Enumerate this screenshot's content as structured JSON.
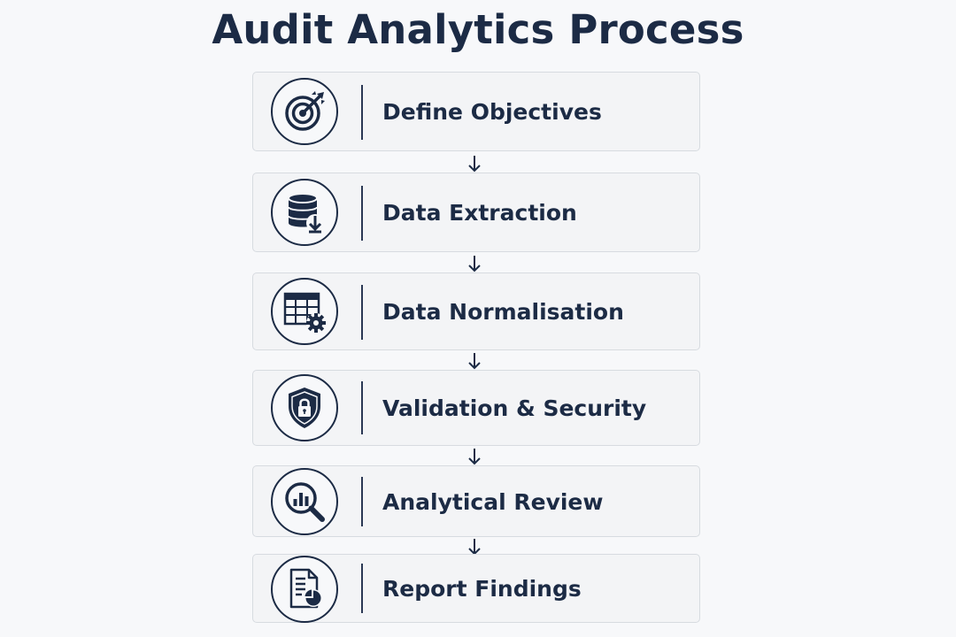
{
  "title": "Audit Analytics Process",
  "steps": [
    {
      "label": "Define Objectives",
      "icon": "target-icon"
    },
    {
      "label": "Data Extraction",
      "icon": "database-download-icon"
    },
    {
      "label": "Data Normalisation",
      "icon": "table-gear-icon"
    },
    {
      "label": "Validation & Security",
      "icon": "shield-lock-icon"
    },
    {
      "label": "Analytical Review",
      "icon": "magnifier-chart-icon"
    },
    {
      "label": "Report Findings",
      "icon": "report-document-icon"
    }
  ],
  "colors": {
    "primary": "#1c2b45",
    "card_background": "#f3f4f6",
    "card_border": "#d7dbe0",
    "page_background": "#f7f8fa"
  }
}
